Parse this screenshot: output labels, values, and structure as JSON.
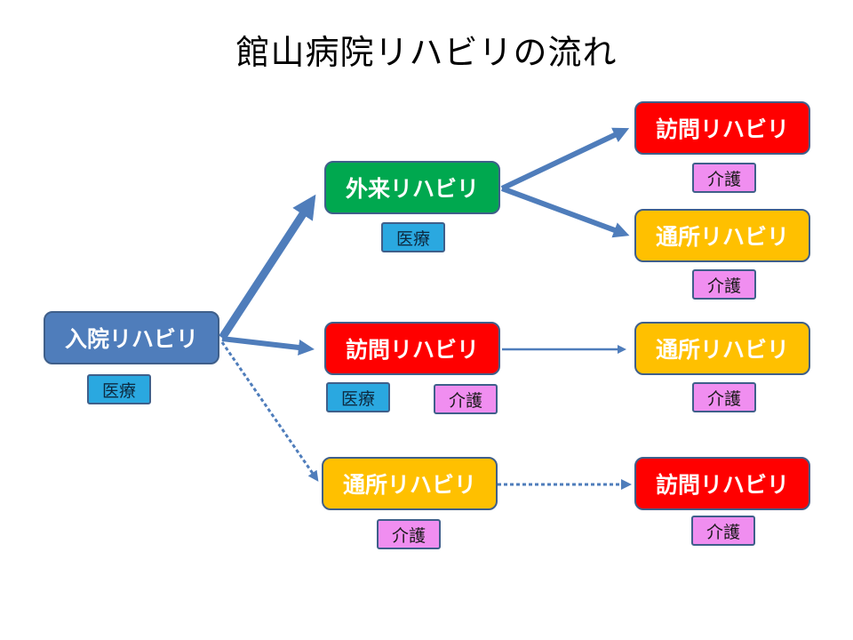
{
  "title": "館山病院リハビリの流れ",
  "colors": {
    "inpatient": "#4f7dbb",
    "outpatient": "#00a84f",
    "visiting": "#ff0000",
    "daycare": "#ffc000",
    "arrow": "#4f7dbb",
    "medical_tag": "#2aa8e0",
    "care_tag": "#f08ef0"
  },
  "nodes": {
    "inpatient": "入院リハビリ",
    "outpatient": "外来リハビリ",
    "visiting_mid": "訪問リハビリ",
    "daycare_mid": "通所リハビリ",
    "visiting_top": "訪問リハビリ",
    "daycare_top": "通所リハビリ",
    "daycare_right": "通所リハビリ",
    "visiting_bottom": "訪問リハビリ"
  },
  "tags": {
    "medical": "医療",
    "care": "介護"
  }
}
